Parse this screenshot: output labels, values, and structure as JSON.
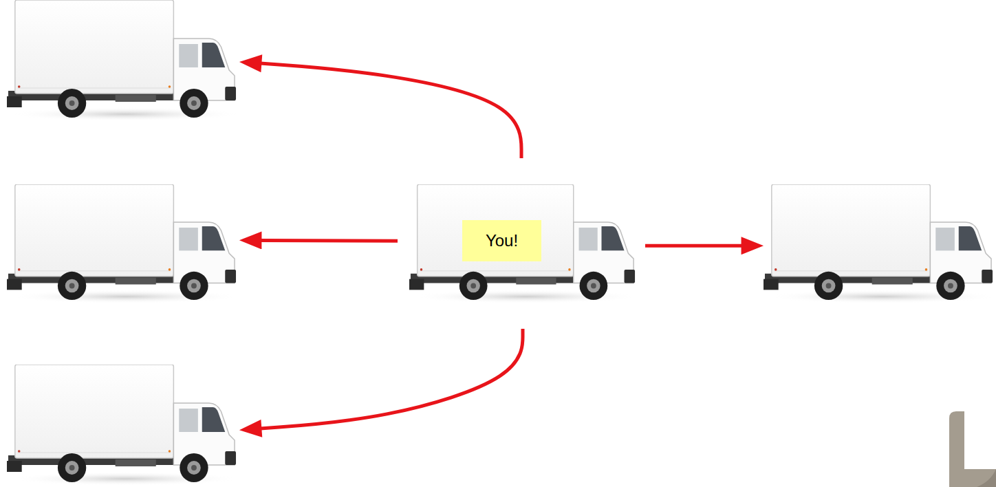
{
  "diagram": {
    "nodes": [
      {
        "text": []
      },
      {
        "text": []
      },
      {
        "text": [
          "You!"
        ]
      },
      {
        "text": []
      },
      {
        "text": []
      }
    ],
    "edges": [
      {
        "from": 2,
        "to": 0,
        "arrow": "to"
      },
      {
        "from": 2,
        "to": 1,
        "arrow": "to"
      },
      {
        "from": 2,
        "to": 3,
        "arrow": "to"
      },
      {
        "from": 2,
        "to": 4,
        "arrow": "to"
      }
    ]
  }
}
